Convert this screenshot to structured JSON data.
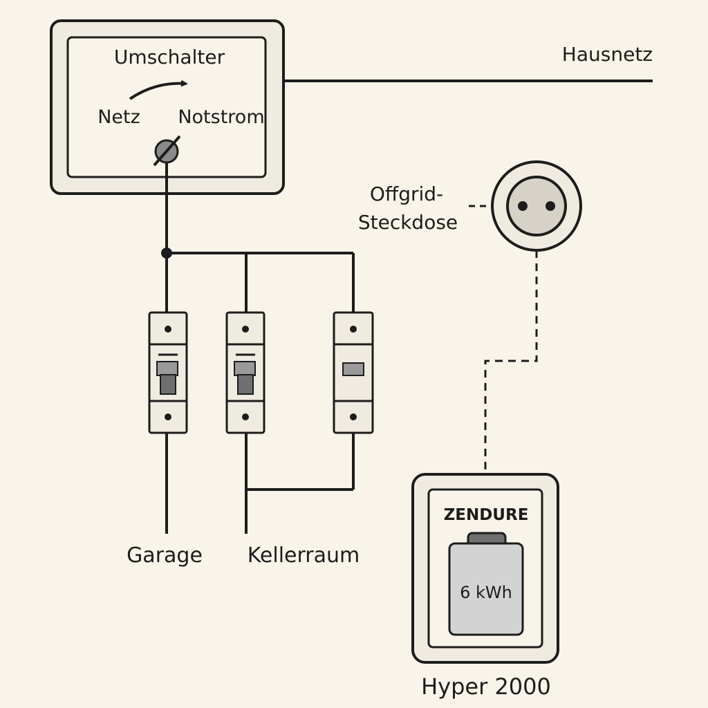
{
  "switch": {
    "title": "Umschalter",
    "left": "Netz",
    "right": "Notstrom"
  },
  "grid": {
    "label": "Hausnetz"
  },
  "socket": {
    "line1": "Offgrid-",
    "line2": "Steckdose"
  },
  "circuits": {
    "garage": "Garage",
    "keller": "Kellerraum"
  },
  "storage": {
    "brand": "ZENDURE",
    "capacity": "6 kWh",
    "model": "Hyper 2000"
  }
}
